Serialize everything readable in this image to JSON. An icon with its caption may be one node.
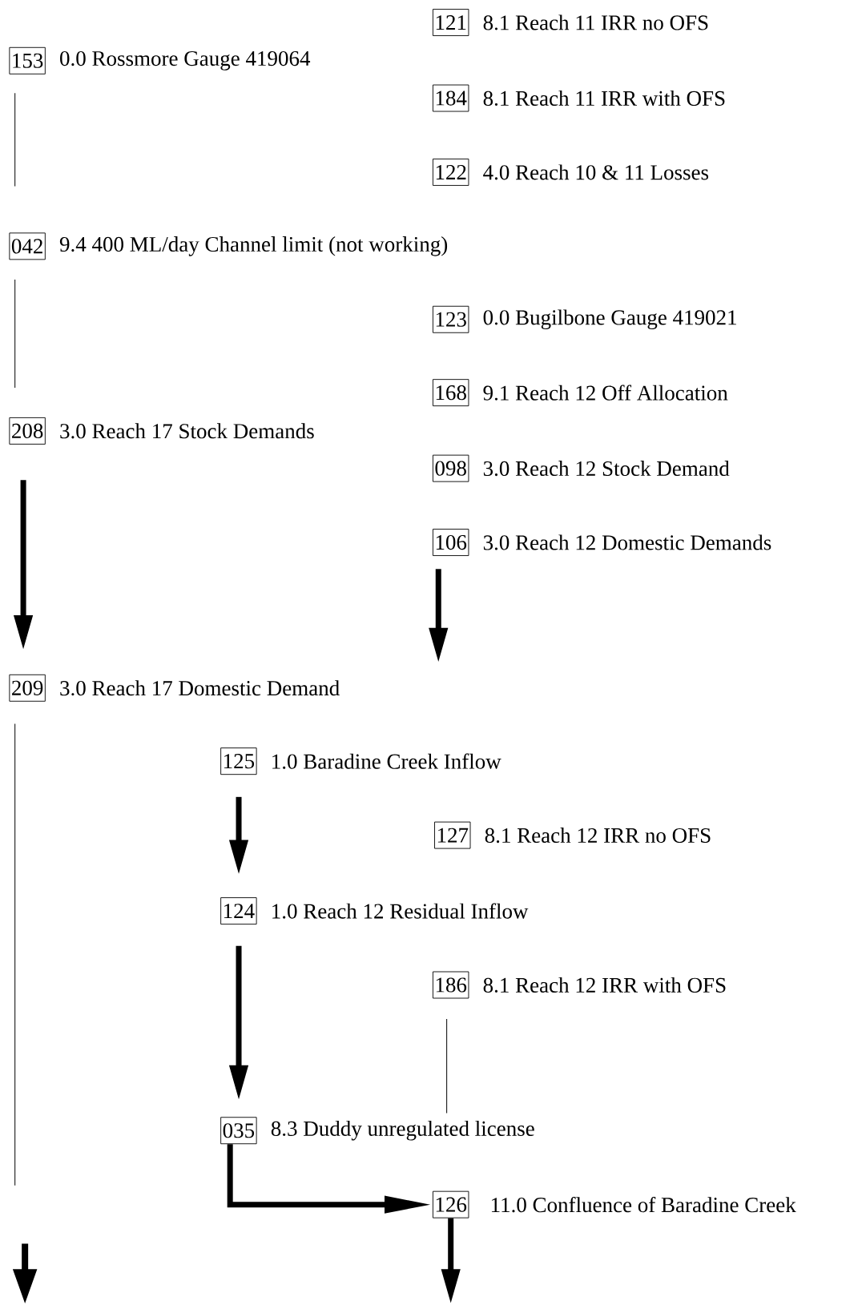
{
  "diagram": {
    "nodes": [
      {
        "text": [
          "121"
        ],
        "beside": [
          "8.1 Reach 11 IRR no OFS"
        ]
      },
      {
        "text": [
          "153"
        ],
        "beside": [
          "0.0 Rossmore Gauge 419064"
        ]
      },
      {
        "text": [
          "184"
        ],
        "beside": [
          "8.1 Reach 11 IRR with OFS"
        ]
      },
      {
        "text": [
          "122"
        ],
        "beside": [
          "4.0 Reach 10 & 11 Losses"
        ]
      },
      {
        "text": [
          "042"
        ],
        "beside": [
          "9.4 400 ML/day Channel limit (not working)"
        ]
      },
      {
        "text": [
          "123"
        ],
        "beside": [
          "0.0 Bugilbone Gauge 419021"
        ]
      },
      {
        "text": [
          "168"
        ],
        "beside": [
          "9.1 Reach 12 Off Allocation"
        ]
      },
      {
        "text": [
          "208"
        ],
        "beside": [
          "3.0 Reach 17 Stock Demands"
        ]
      },
      {
        "text": [
          "098"
        ],
        "beside": [
          "3.0 Reach 12 Stock Demand"
        ]
      },
      {
        "text": [
          "106"
        ],
        "beside": [
          "3.0 Reach 12 Domestic Demands"
        ]
      },
      {
        "text": [
          "209"
        ],
        "beside": [
          "3.0 Reach 17 Domestic Demand"
        ]
      },
      {
        "text": [
          "125"
        ],
        "beside": [
          "1.0 Baradine Creek Inflow"
        ]
      },
      {
        "text": [
          "127"
        ],
        "beside": [
          "8.1 Reach 12 IRR no OFS"
        ]
      },
      {
        "text": [
          "124"
        ],
        "beside": [
          "1.0 Reach 12 Residual Inflow"
        ]
      },
      {
        "text": [
          "186"
        ],
        "beside": [
          "8.1 Reach 12 IRR with OFS"
        ]
      },
      {
        "text": [
          "035"
        ],
        "beside": [
          "8.3 Duddy unregulated license"
        ]
      },
      {
        "text": [
          "126"
        ],
        "beside": [
          "11.0 Confluence of Baradine Creek"
        ]
      }
    ],
    "edges": [
      {
        "from": 1,
        "to": 4,
        "arrow": "none"
      },
      {
        "from": 4,
        "to": 7,
        "arrow": "none"
      },
      {
        "from": 7,
        "to": 10,
        "arrow": "to"
      },
      {
        "from": 9,
        "to": null,
        "arrow": "to"
      },
      {
        "from": 10,
        "to": null,
        "arrow": "none"
      },
      {
        "from": 11,
        "to": 13,
        "arrow": "to"
      },
      {
        "from": 13,
        "to": 15,
        "arrow": "to"
      },
      {
        "from": 14,
        "to": 15,
        "arrow": "none"
      },
      {
        "from": 15,
        "to": 16,
        "arrow": "to"
      },
      {
        "from": 16,
        "to": null,
        "arrow": "to"
      }
    ]
  }
}
